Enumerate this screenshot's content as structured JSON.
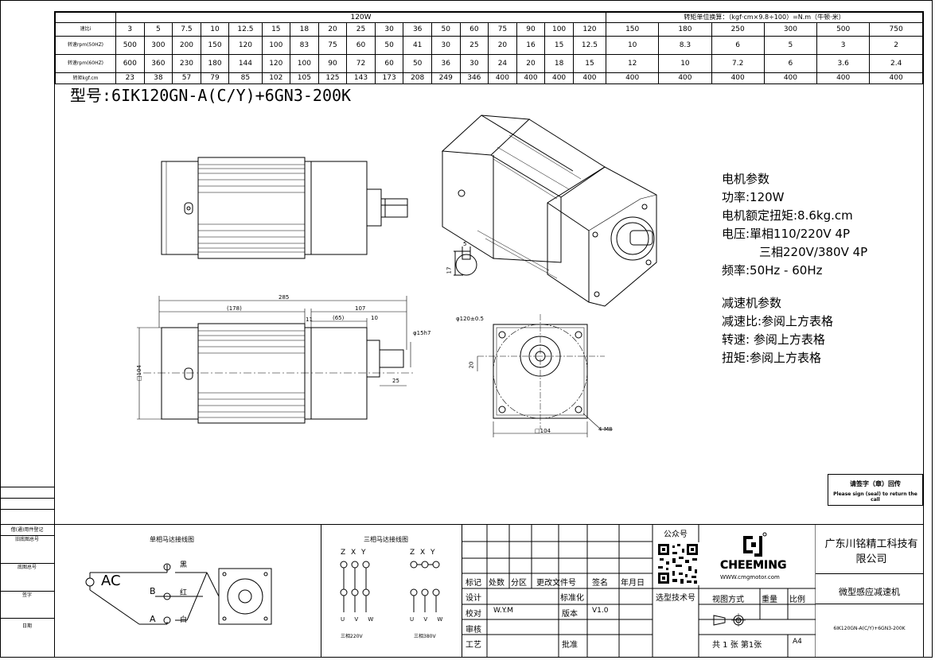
{
  "spec_table": {
    "power_label": "120W",
    "unit_note": "转矩单位换算：（kgf·cm×9.8÷100）=N.m（牛顿·米）",
    "rows": [
      {
        "label": "速比i",
        "values": [
          "3",
          "5",
          "7.5",
          "10",
          "12.5",
          "15",
          "18",
          "20",
          "25",
          "30",
          "36",
          "50",
          "60",
          "75",
          "90",
          "100",
          "120",
          "150",
          "180",
          "250",
          "300",
          "500",
          "750"
        ]
      },
      {
        "label": "转速rpm(50HZ)",
        "values": [
          "500",
          "300",
          "200",
          "150",
          "120",
          "100",
          "83",
          "75",
          "60",
          "50",
          "41",
          "30",
          "25",
          "20",
          "16",
          "15",
          "12.5",
          "10",
          "8.3",
          "6",
          "5",
          "3",
          "2"
        ]
      },
      {
        "label": "转速rpm(60HZ)",
        "values": [
          "600",
          "360",
          "230",
          "180",
          "144",
          "120",
          "100",
          "90",
          "72",
          "60",
          "50",
          "36",
          "30",
          "24",
          "20",
          "18",
          "15",
          "12",
          "10",
          "7.2",
          "6",
          "3.6",
          "2.4"
        ]
      },
      {
        "label": "转矩kgf.cm",
        "values": [
          "23",
          "38",
          "57",
          "79",
          "85",
          "102",
          "105",
          "125",
          "143",
          "173",
          "208",
          "249",
          "346",
          "400",
          "400",
          "400",
          "400",
          "400",
          "400",
          "400",
          "400",
          "400",
          "400"
        ]
      }
    ]
  },
  "model_title": "型号:6IK120GN-A(C/Y)+6GN3-200K",
  "motor_params": {
    "heading": "电机参数",
    "lines": [
      "功率:120W",
      "电机额定扭矩:8.6kg.cm",
      "电压:單相110/220V 4P",
      "三相220V/380V 4P",
      "频率:50Hz - 60Hz"
    ]
  },
  "reducer_params": {
    "heading": "减速机参数",
    "lines": [
      "减速比:参阅上方表格",
      "转速: 参阅上方表格",
      "扭矩:参阅上方表格"
    ]
  },
  "dimensions": {
    "total_length": "285",
    "motor_length": "(178)",
    "gear_length": "107",
    "flange": "11",
    "gear_inner": "(65)",
    "shaft_step": "10",
    "shaft_dia": "φ15h7",
    "shaft_len": "25",
    "square": "□104",
    "key_w": "5",
    "key_h": "17",
    "pcd": "φ120±0.5",
    "hub": "20",
    "holes": "4-M8",
    "square_bottom": "□104"
  },
  "sign_box": {
    "line1": "请签字（章）回传",
    "line2": "Please sign (seal) to return the call"
  },
  "left_strip": [
    "借(通)用件登记",
    "旧底图总号",
    "底图总号",
    "签字",
    "日期"
  ],
  "wiring": {
    "single_title": "单相马达接线图",
    "ac_label": "AC",
    "wire_black": "黑",
    "wire_red": "红",
    "wire_white": "白",
    "term_a": "A",
    "term_b": "B",
    "three_title": "三相马达接线图",
    "zxy_1": "Z X Y",
    "zxy_2": "Z X Y",
    "uvw_1": "U V W",
    "uvw_2": "U V W",
    "v220": "三相220V",
    "v380": "三相380V"
  },
  "title_block": {
    "labels_row": [
      "标记",
      "处数",
      "分区",
      "更改文件号",
      "签名",
      "年月日"
    ],
    "design": "设计",
    "check": "校对",
    "check_by": "W.Y.M",
    "review": "审核",
    "process": "工艺",
    "standard": "标准化",
    "version_label": "版本",
    "version": "V1.0",
    "approve": "批准",
    "wechat": "公众号",
    "tech_no": "选型技术号",
    "brand": "CHEEMING",
    "website": "WWW.cmgmotor.com",
    "view_method": "视图方式",
    "weight": "重量",
    "scale": "比例",
    "sheets": "共 1 张 第1张",
    "size": "A4",
    "company": "广东川铭精工科技有限公司",
    "product": "微型感应减速机",
    "model_code": "6IK120GN-A(C/Y)+6GN3-200K"
  }
}
